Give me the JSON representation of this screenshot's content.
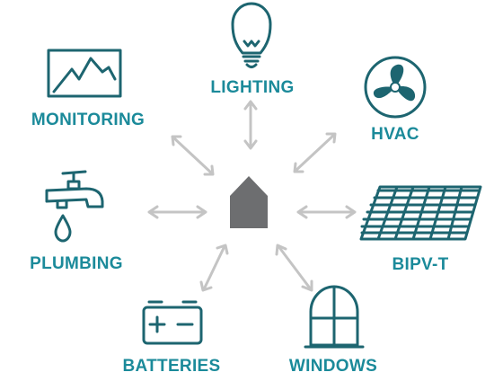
{
  "center": {
    "icon": "house-icon"
  },
  "nodes": [
    {
      "id": "lighting",
      "label": "LIGHTING",
      "icon": "lightbulb-icon"
    },
    {
      "id": "hvac",
      "label": "HVAC",
      "icon": "fan-icon"
    },
    {
      "id": "bipvt",
      "label": "BIPV-T",
      "icon": "solar-panel-icon"
    },
    {
      "id": "windows",
      "label": "WINDOWS",
      "icon": "window-icon"
    },
    {
      "id": "batteries",
      "label": "BATTERIES",
      "icon": "battery-icon"
    },
    {
      "id": "plumbing",
      "label": "PLUMBING",
      "icon": "faucet-icon"
    },
    {
      "id": "monitoring",
      "label": "MONITORING",
      "icon": "monitoring-chart-icon"
    }
  ],
  "colors": {
    "label": "#1b8a9a",
    "icon": "#1d6570",
    "arrow": "#c4c4c4",
    "house": "#6d6e70"
  }
}
